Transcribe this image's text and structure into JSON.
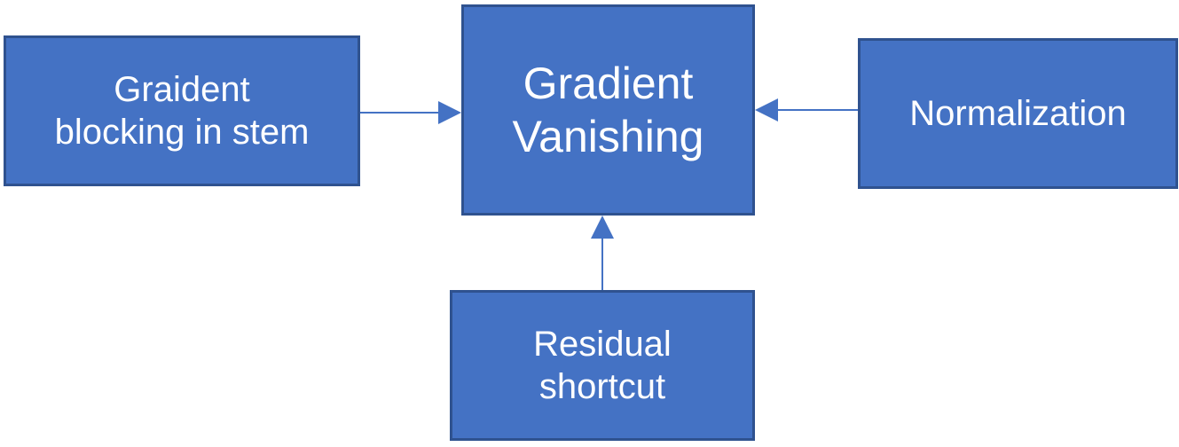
{
  "diagram": {
    "nodes": {
      "left": {
        "label": "Graident\nblocking in stem"
      },
      "center": {
        "label": "Gradient\nVanishing"
      },
      "right": {
        "label": "Normalization"
      },
      "bottom": {
        "label": "Residual\nshortcut"
      }
    },
    "edges": [
      {
        "from": "left",
        "to": "center"
      },
      {
        "from": "right",
        "to": "center"
      },
      {
        "from": "bottom",
        "to": "center"
      }
    ],
    "colors": {
      "node_fill": "#4472c4",
      "node_border": "#2f528f",
      "node_text": "#ffffff",
      "edge": "#4472c4"
    }
  }
}
